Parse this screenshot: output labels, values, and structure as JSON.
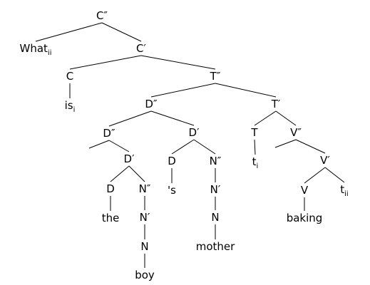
{
  "tree": {
    "label": "C″",
    "children": [
      {
        "label": "What",
        "sub": "ii"
      },
      {
        "label": "C′",
        "children": [
          {
            "label": "C",
            "children": [
              {
                "label": "is",
                "sub": "i"
              }
            ]
          },
          {
            "label": "T″",
            "children": [
              {
                "label": "D″",
                "children": [
                  {
                    "label": "D″",
                    "children": [
                      {
                        "label": ""
                      },
                      {
                        "label": "D′",
                        "children": [
                          {
                            "label": "D",
                            "children": [
                              {
                                "label": "the"
                              }
                            ]
                          },
                          {
                            "label": "N″",
                            "children": [
                              {
                                "label": "N′",
                                "children": [
                                  {
                                    "label": "N",
                                    "children": [
                                      {
                                        "label": "boy"
                                      }
                                    ]
                                  }
                                ]
                              }
                            ]
                          }
                        ]
                      }
                    ]
                  },
                  {
                    "label": "D′",
                    "children": [
                      {
                        "label": "D",
                        "children": [
                          {
                            "label": "'s"
                          }
                        ]
                      },
                      {
                        "label": "N″",
                        "children": [
                          {
                            "label": "N′",
                            "children": [
                              {
                                "label": "N",
                                "children": [
                                  {
                                    "label": "mother"
                                  }
                                ]
                              }
                            ]
                          }
                        ]
                      }
                    ]
                  }
                ]
              },
              {
                "label": "T′",
                "children": [
                  {
                    "label": "T",
                    "children": [
                      {
                        "label": "t",
                        "sub": "i"
                      }
                    ]
                  },
                  {
                    "label": "V″",
                    "children": [
                      {
                        "label": ""
                      },
                      {
                        "label": "V′",
                        "children": [
                          {
                            "label": "V",
                            "children": [
                              {
                                "label": "baking"
                              }
                            ]
                          },
                          {
                            "label": "t",
                            "sub": "ii"
                          }
                        ]
                      }
                    ]
                  }
                ]
              }
            ]
          }
        ]
      }
    ]
  }
}
